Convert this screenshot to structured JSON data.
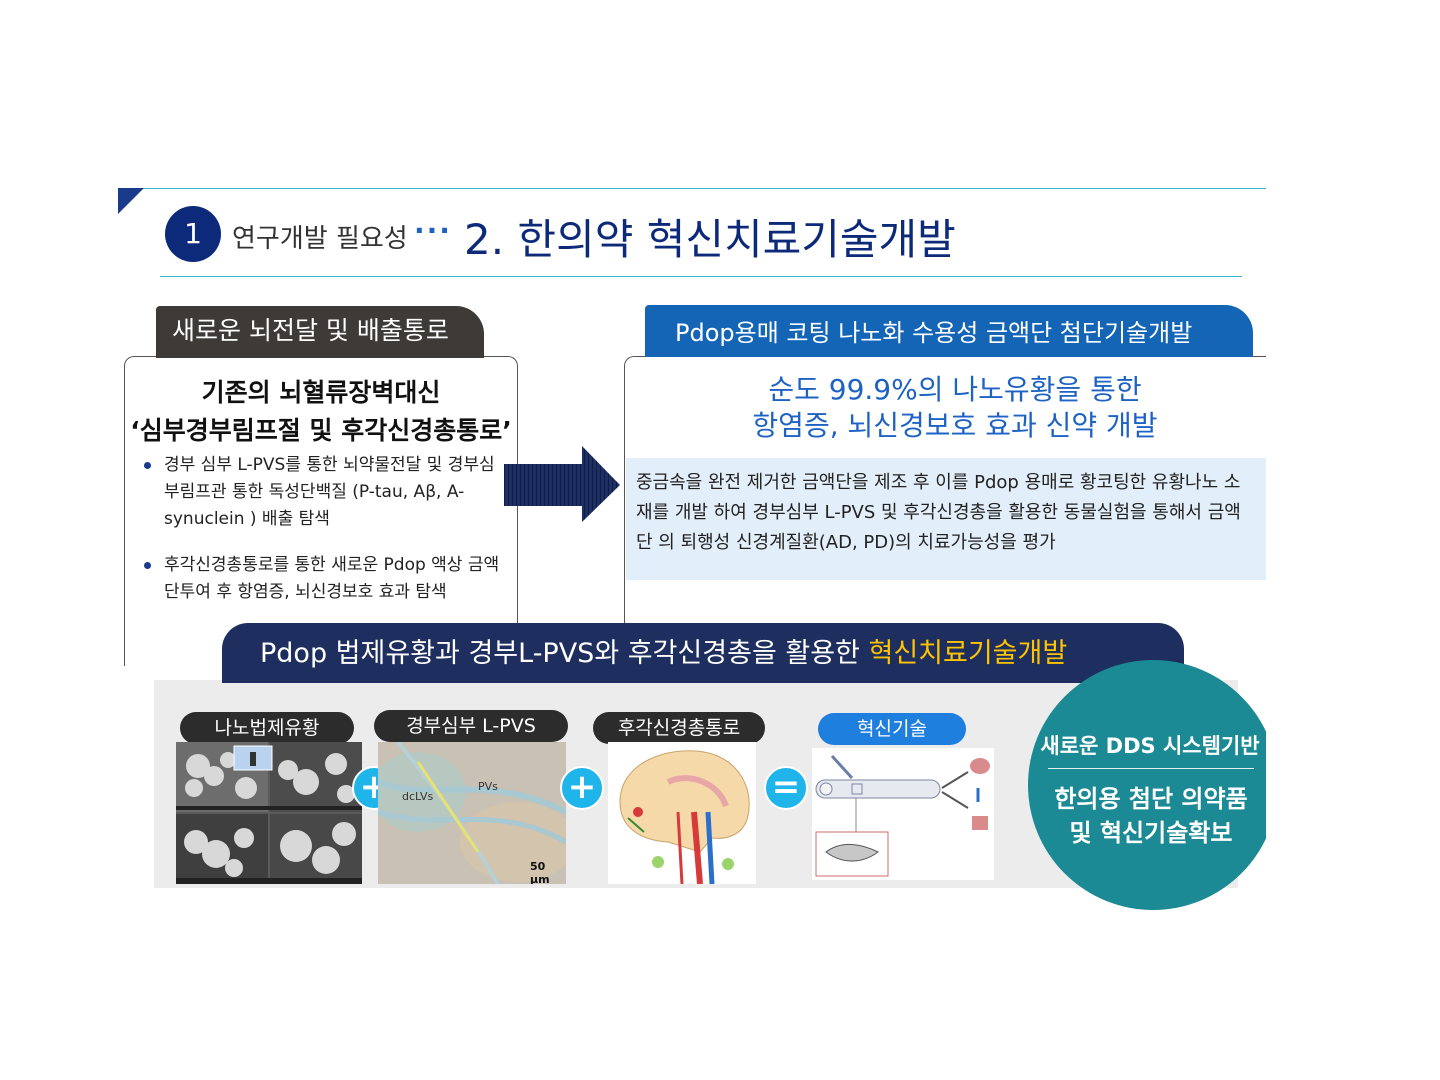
{
  "header": {
    "section_number": "1",
    "section_label": "연구개발 필요성",
    "separator": "···",
    "title": "2. 한의약 혁신치료기술개발"
  },
  "left_panel": {
    "tab_label": "새로운 뇌전달 및 배출통로",
    "title_line1": "기존의 뇌혈류장벽대신",
    "title_line2": "‘심부경부림프절 및 후각신경총통로’",
    "bullets": [
      "경부 심부 L-PVS를 통한  뇌약물전달  및 경부심부림프관 통한 독성단백질 (P-tau, Aβ, A-synuclein ) 배출 탐색",
      "후각신경총통로를 통한 새로운 Pdop 액상 금액단투여 후 항염증, 뇌신경보호 효과 탐색"
    ]
  },
  "right_panel": {
    "tab_label": "Pdop용매 코팅 나노화 수용성 금액단 첨단기술개발",
    "title_line1": "순도 99.9%의 나노유황을 통한",
    "title_line2": "항염증, 뇌신경보호 효과 신약 개발",
    "description": "중금속을 완전 제거한  금액단을 제조 후 이를  Pdop 용매로 황코팅한 유황나노 소재를 개발 하여  경부심부 L-PVS 및 후각신경총을 활용한 동물실험을 통해서  금액단 의 퇴행성 신경계질환(AD, PD)의 치료가능성을 평가"
  },
  "banner": {
    "text_main": "Pdop 법제유황과 경부L-PVS와 후각신경총을 활용한 ",
    "text_highlight": "혁신치료기술개발",
    "highlight_color": "#ffc400"
  },
  "process": {
    "steps": [
      {
        "label": "나노법제유황"
      },
      {
        "label": "경부심부 L-PVS",
        "image_labels": [
          "dcLVs",
          "PVs",
          "50 µm"
        ]
      },
      {
        "label": "후각신경총통로"
      },
      {
        "label": "혁신기술"
      }
    ],
    "operators": [
      "+",
      "+",
      "="
    ]
  },
  "summary_circle": {
    "title": "새로운 DDS 시스템기반",
    "line1": "한의용 첨단 의약품",
    "line2": "및 혁신기술확보"
  },
  "colors": {
    "navy": "#0d2a7a",
    "accent_blue": "#1565b7",
    "teal": "#1b8a94",
    "banner_bg": "#1e2e5e"
  }
}
